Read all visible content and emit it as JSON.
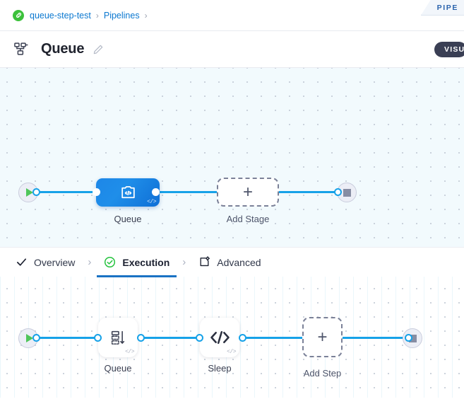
{
  "breadcrumb": {
    "project_icon": "link-badge-icon",
    "items": [
      {
        "label": "queue-step-test",
        "sep": "›"
      },
      {
        "label": "Pipelines",
        "sep": "›"
      }
    ]
  },
  "corner_tag": {
    "label": "PIPE"
  },
  "header": {
    "icon": "pipeline-hierarchy-icon",
    "title": "Queue",
    "edit_icon": "pencil-icon",
    "visual_badge": "VISU"
  },
  "stage_canvas": {
    "start_node": {
      "icon": "play-icon"
    },
    "end_node": {
      "icon": "stop-icon"
    },
    "nodes": [
      {
        "label": "Queue",
        "icon": "script-code-icon",
        "type": "stage"
      },
      {
        "label": "Add Stage",
        "icon": "plus-icon",
        "type": "add"
      }
    ]
  },
  "tabs": {
    "items": [
      {
        "label": "Overview",
        "icon": "check-icon",
        "active": false
      },
      {
        "label": "Execution",
        "icon": "check-circle-green-icon",
        "active": true
      },
      {
        "label": "Advanced",
        "icon": "box-gear-icon",
        "active": false
      }
    ],
    "separator": "›"
  },
  "step_canvas": {
    "start_node": {
      "icon": "play-icon"
    },
    "end_node": {
      "icon": "stop-icon"
    },
    "nodes": [
      {
        "label": "Queue",
        "icon": "queue-stack-icon",
        "badge": "</>",
        "type": "step"
      },
      {
        "label": "Sleep",
        "icon": "code-brackets-icon",
        "badge": "</>",
        "type": "step"
      },
      {
        "label": "Add Step",
        "icon": "plus-icon",
        "type": "add"
      }
    ]
  },
  "colors": {
    "accent_blue": "#17a2e8",
    "node_blue": "#1d87e8",
    "link_blue": "#0b78d0",
    "green": "#3cc13b",
    "tab_underline": "#1a72c4",
    "badge_dark": "#3a3f54"
  }
}
